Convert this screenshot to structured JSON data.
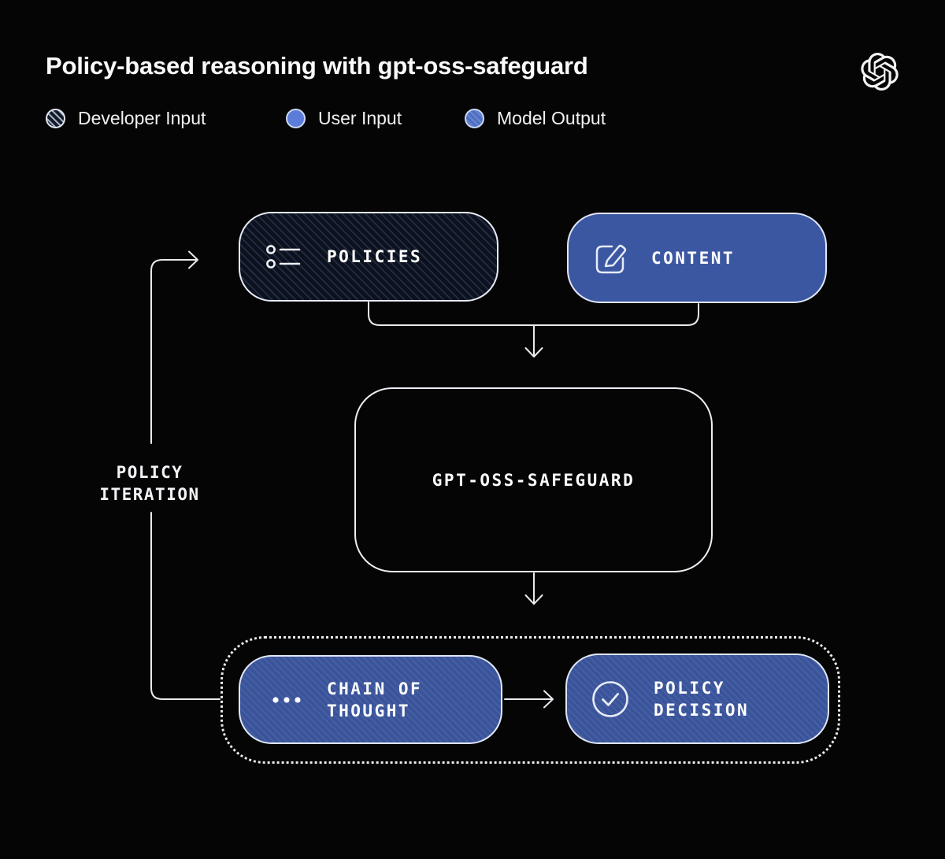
{
  "title": "Policy-based reasoning with gpt-oss-safeguard",
  "legend": {
    "developer": {
      "label": "Developer Input",
      "swatch": "hatched-dark-circle"
    },
    "user": {
      "label": "User Input",
      "swatch": "solid-blue-circle"
    },
    "model": {
      "label": "Model Output",
      "swatch": "hatched-blue-circle"
    }
  },
  "nodes": {
    "policies": {
      "label": "POLICIES",
      "icon": "checklist-icon",
      "category": "developer-input"
    },
    "content": {
      "label": "CONTENT",
      "icon": "edit-icon",
      "category": "user-input"
    },
    "safeguard": {
      "label": "GPT-OSS-SAFEGUARD",
      "icon": "none",
      "category": "model"
    },
    "chain_of_thought": {
      "label": "CHAIN OF THOUGHT",
      "icon": "ellipsis-icon",
      "category": "model-output"
    },
    "policy_decision": {
      "label": "POLICY DECISION",
      "icon": "check-circle-icon",
      "category": "model-output"
    }
  },
  "loop": {
    "label": "POLICY\nITERATION"
  },
  "branding": {
    "logo": "openai-logo"
  },
  "colors": {
    "background": "#050506",
    "accent_blue": "#3c57a2",
    "dark_navy_hatch": "#0c111e",
    "wire": "#e9eaee",
    "text": "#fafafa"
  }
}
